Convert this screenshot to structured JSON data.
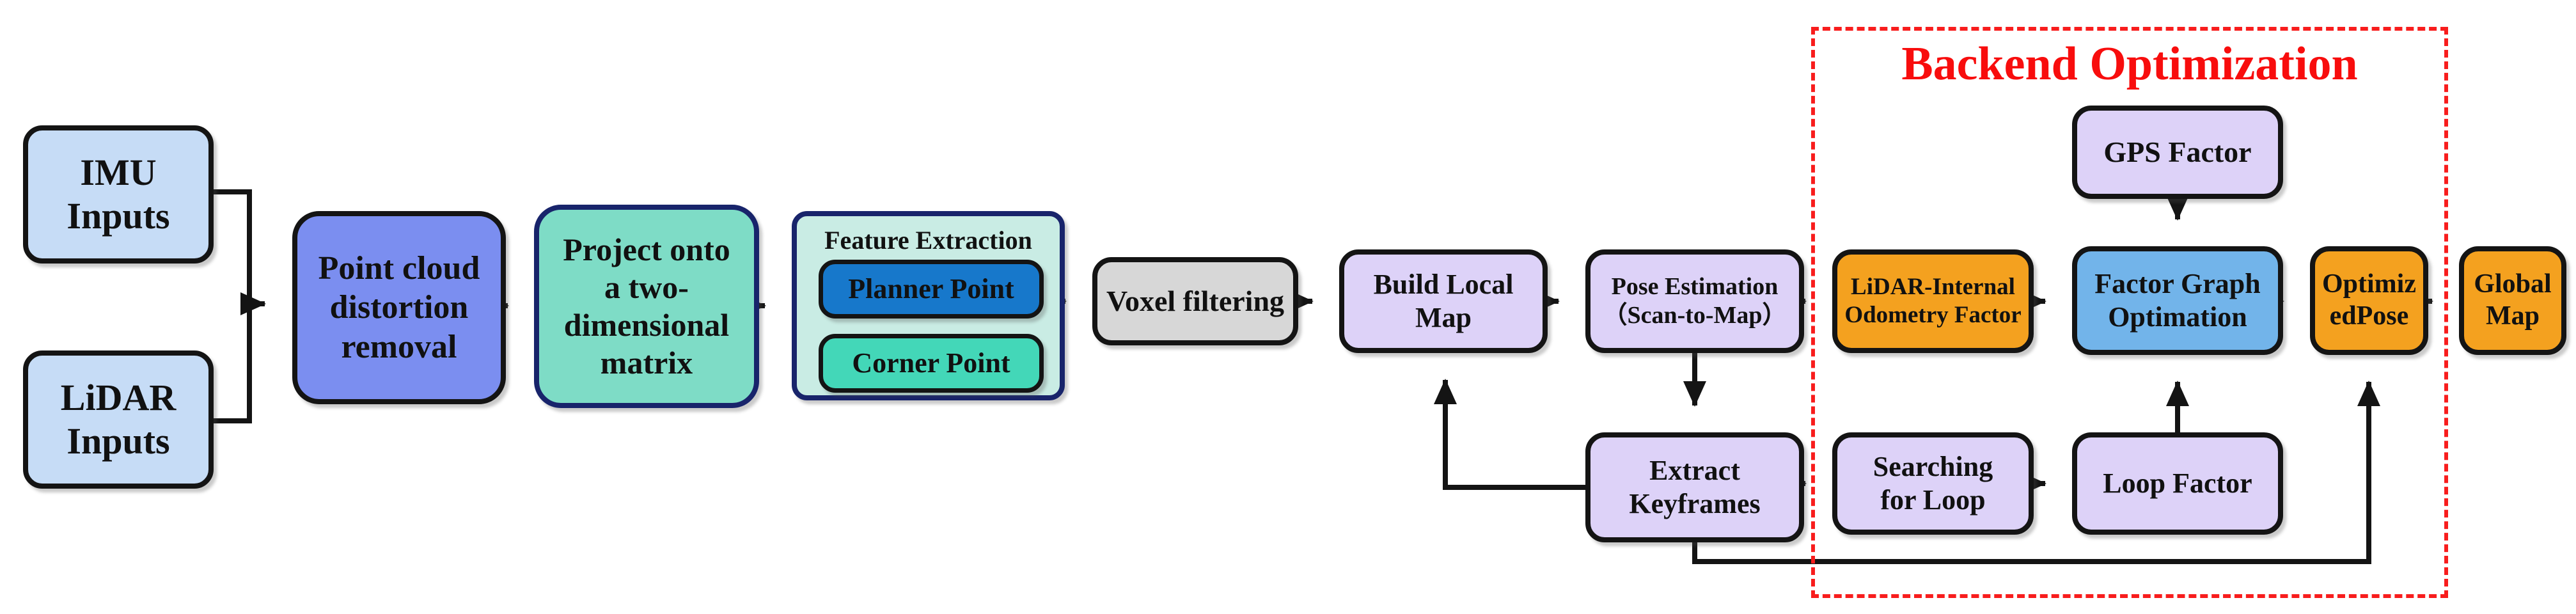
{
  "diagram": {
    "type": "flowchart",
    "group_title": "Backend Optimization",
    "palette": {
      "input_blue": "#c6dcf6",
      "periwinkle": "#7b8ef0",
      "mint": "#7edcc6",
      "mint_light": "#c9ece4",
      "planner_blue": "#1778cb",
      "corner_teal": "#43d7b8",
      "gray": "#d7d7d7",
      "lavender": "#ddd2f8",
      "orange": "#f4a11f",
      "factor_blue": "#72b4ea",
      "dashed_red": "#f81d1d",
      "line_black": "#141414"
    },
    "nodes": {
      "imu_inputs": {
        "label": "IMU\nInputs",
        "fill": "#c6dcf6"
      },
      "lidar_inputs": {
        "label": "LiDAR\nInputs",
        "fill": "#c6dcf6"
      },
      "point_cloud_distortion_removal": {
        "label": "Point cloud\ndistortion\nremoval",
        "fill": "#7b8ef0"
      },
      "project_matrix": {
        "label": "Project onto\na two-\ndimensional\nmatrix",
        "fill": "#7edcc6"
      },
      "feature_extraction": {
        "label": "Feature Extraction",
        "fill": "#c9ece4"
      },
      "planner_point": {
        "label": "Planner Point",
        "fill": "#1778cb"
      },
      "corner_point": {
        "label": "Corner Point",
        "fill": "#43d7b8"
      },
      "voxel_filtering": {
        "label": "Voxel filtering",
        "fill": "#d7d7d7"
      },
      "build_local_map": {
        "label": "Build Local\nMap",
        "fill": "#ddd2f8"
      },
      "pose_estimation": {
        "label": "Pose Estimation\n（Scan-to-Map）",
        "fill": "#ddd2f8"
      },
      "lidar_internal_odometry_factor": {
        "label": "LiDAR-Internal\nOdometry Factor",
        "fill": "#f4a11f"
      },
      "gps_factor": {
        "label": "GPS Factor",
        "fill": "#ddd2f8"
      },
      "factor_graph_optimation": {
        "label": "Factor Graph\nOptimation",
        "fill": "#72b4ea"
      },
      "optimized_pose": {
        "label": "Optimiz\nedPose",
        "fill": "#f4a11f"
      },
      "global_map": {
        "label": "Global\nMap",
        "fill": "#f4a11f"
      },
      "extract_keyframes": {
        "label": "Extract\nKeyframes",
        "fill": "#ddd2f8"
      },
      "searching_for_loop": {
        "label": "Searching\nfor Loop",
        "fill": "#ddd2f8"
      },
      "loop_factor": {
        "label": "Loop Factor",
        "fill": "#ddd2f8"
      }
    },
    "edges": [
      {
        "from": "imu_inputs",
        "to": "point_cloud_distortion_removal"
      },
      {
        "from": "lidar_inputs",
        "to": "point_cloud_distortion_removal"
      },
      {
        "from": "point_cloud_distortion_removal",
        "to": "project_matrix"
      },
      {
        "from": "project_matrix",
        "to": "feature_extraction"
      },
      {
        "from": "feature_extraction",
        "to": "voxel_filtering"
      },
      {
        "from": "voxel_filtering",
        "to": "build_local_map"
      },
      {
        "from": "build_local_map",
        "to": "pose_estimation"
      },
      {
        "from": "pose_estimation",
        "to": "lidar_internal_odometry_factor"
      },
      {
        "from": "pose_estimation",
        "to": "extract_keyframes"
      },
      {
        "from": "lidar_internal_odometry_factor",
        "to": "factor_graph_optimation"
      },
      {
        "from": "gps_factor",
        "to": "factor_graph_optimation"
      },
      {
        "from": "loop_factor",
        "to": "factor_graph_optimation"
      },
      {
        "from": "factor_graph_optimation",
        "to": "optimized_pose"
      },
      {
        "from": "optimized_pose",
        "to": "global_map"
      },
      {
        "from": "extract_keyframes",
        "to": "build_local_map"
      },
      {
        "from": "extract_keyframes",
        "to": "searching_for_loop"
      },
      {
        "from": "extract_keyframes",
        "to": "optimized_pose"
      },
      {
        "from": "searching_for_loop",
        "to": "loop_factor"
      }
    ]
  }
}
